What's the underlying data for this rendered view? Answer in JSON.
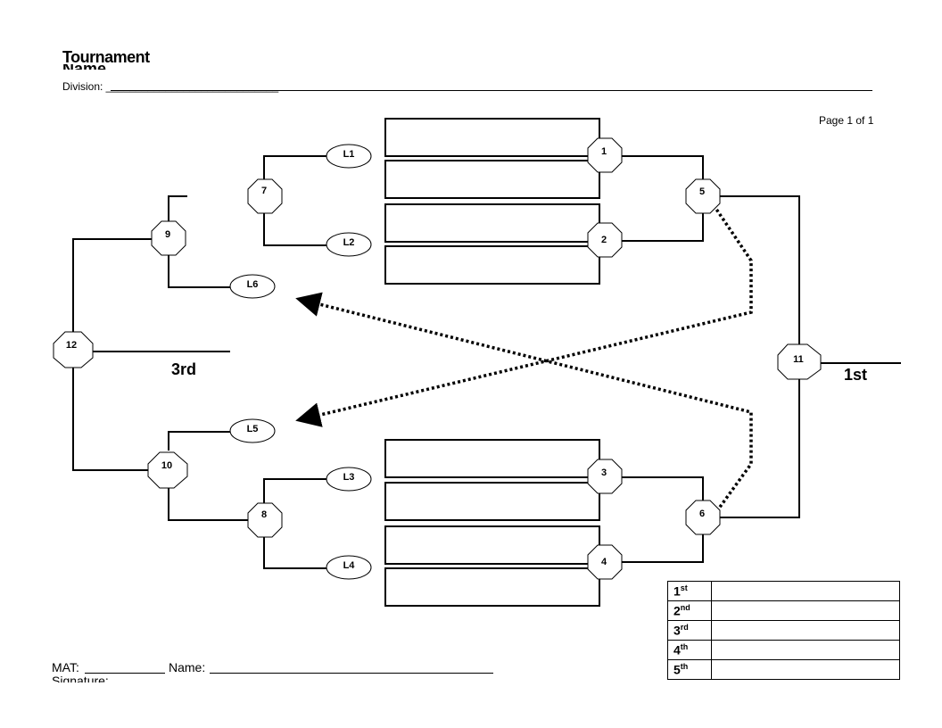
{
  "header": {
    "title": "Tournament",
    "title_cut": "Name",
    "division_label": "Division: _____________________________",
    "page_label": "Page 1 of 1"
  },
  "footer": {
    "mat_label": "MAT:",
    "name_label": "Name:",
    "signature_label": "Signature:"
  },
  "bouts": {
    "b1": "1",
    "b2": "2",
    "b3": "3",
    "b4": "4",
    "b5": "5",
    "b6": "6",
    "b7": "7",
    "b8": "8",
    "b9": "9",
    "b10": "10",
    "b11": "11",
    "b12": "12"
  },
  "losers": {
    "l1": "L1",
    "l2": "L2",
    "l3": "L3",
    "l4": "L4",
    "l5": "L5",
    "l6": "L6"
  },
  "places": {
    "first_label": "1st",
    "third_label": "3rd"
  },
  "placement_table": [
    {
      "num": "1",
      "suffix": "st"
    },
    {
      "num": "2",
      "suffix": "nd"
    },
    {
      "num": "3",
      "suffix": "rd"
    },
    {
      "num": "4",
      "suffix": "th"
    },
    {
      "num": "5",
      "suffix": "th"
    }
  ]
}
